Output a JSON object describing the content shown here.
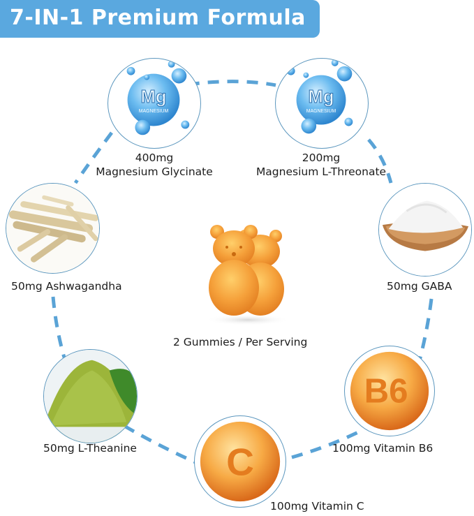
{
  "header": {
    "title": "7-IN-1 Premium Formula",
    "bg_color": "#5aa8df"
  },
  "center": {
    "image": "gummy-bears-icon",
    "label": "2 Gummies / Per Serving"
  },
  "ingredients": [
    {
      "id": "magnesium-glycinate",
      "icon": "magnesium-molecule-icon",
      "symbol": "Mg",
      "sublabel": "MAGNESIUM",
      "line1": "400mg",
      "line2": "Magnesium Glycinate"
    },
    {
      "id": "magnesium-l-threonate",
      "icon": "magnesium-molecule-icon",
      "symbol": "Mg",
      "sublabel": "MAGNESIUM",
      "line1": "200mg",
      "line2": "Magnesium L-Threonate"
    },
    {
      "id": "gaba",
      "icon": "powder-bowl-icon",
      "line1": "50mg GABA"
    },
    {
      "id": "vitamin-b6",
      "icon": "vitamin-b6-icon",
      "symbol": "B6",
      "line1": "100mg Vitamin B6"
    },
    {
      "id": "vitamin-c",
      "icon": "vitamin-c-icon",
      "symbol": "C",
      "line1": "100mg Vitamin C"
    },
    {
      "id": "l-theanine",
      "icon": "green-tea-powder-icon",
      "line1": "50mg L-Theanine"
    },
    {
      "id": "ashwagandha",
      "icon": "ashwagandha-root-icon",
      "line1": "50mg Ashwagandha"
    }
  ],
  "colors": {
    "dash": "#5aa3d6",
    "circle_border": "#5c97be",
    "mg_blue": "#4aa3e0",
    "vitamin_orange": "#f0932a"
  }
}
